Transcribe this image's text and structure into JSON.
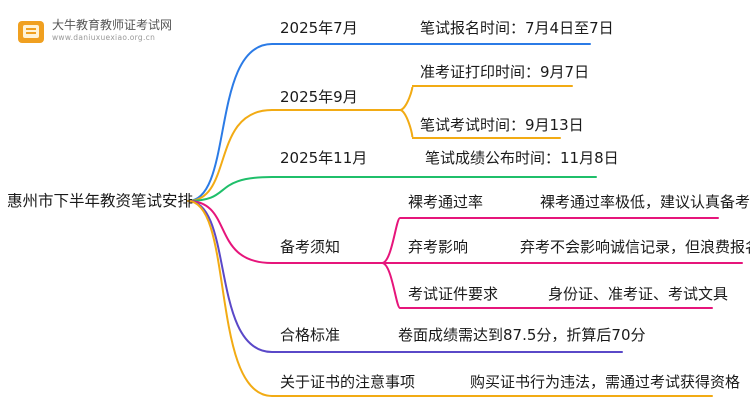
{
  "logo": {
    "name": "大牛教育教师证考试网",
    "url": "www.daniuxuexiao.org.cn"
  },
  "root": "惠州市下半年教资笔试安排",
  "branches": [
    {
      "label": "2025年7月",
      "color": "#2b7be6",
      "leaves": [
        "笔试报名时间：7月4日至7日"
      ]
    },
    {
      "label": "2025年9月",
      "color": "#f2ab14",
      "leaves": [
        "准考证打印时间：9月7日",
        "笔试考试时间：9月13日"
      ]
    },
    {
      "label": "2025年11月",
      "color": "#1fbf6a",
      "leaves": [
        "笔试成绩公布时间：11月8日"
      ]
    },
    {
      "label": "备考须知",
      "color": "#e6157b",
      "subs": [
        {
          "label": "裸考通过率",
          "leaf": "裸考通过率极低，建议认真备考"
        },
        {
          "label": "弃考影响",
          "leaf": "弃考不会影响诚信记录，但浪费报名费"
        },
        {
          "label": "考试证件要求",
          "leaf": "身份证、准考证、考试文具"
        }
      ]
    },
    {
      "label": "合格标准",
      "color": "#5a48c8",
      "leaves": [
        "卷面成绩需达到87.5分，折算后70分"
      ]
    },
    {
      "label": "关于证书的注意事项",
      "color": "#f2ab14",
      "leaves": [
        "购买证书行为违法，需通过考试获得资格"
      ]
    }
  ]
}
